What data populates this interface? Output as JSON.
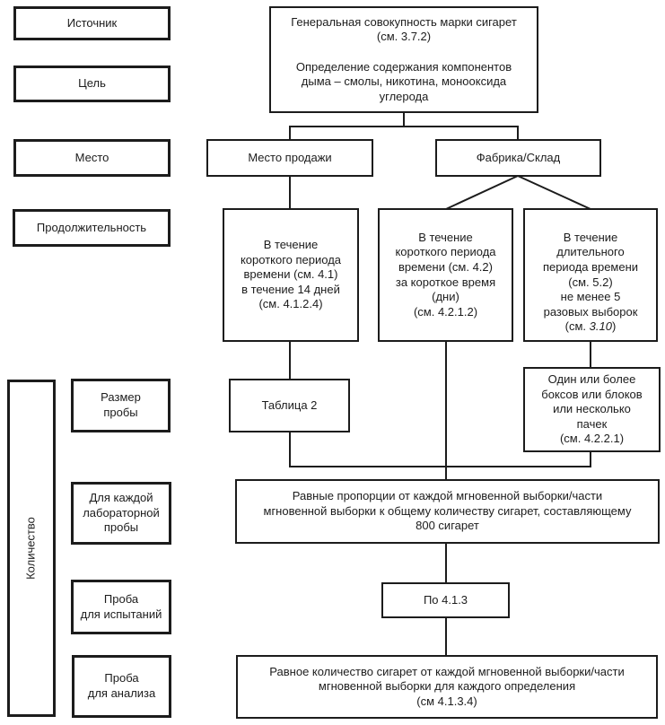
{
  "page": {
    "background": "#ffffff",
    "line_color": "#1c1c1c"
  },
  "left_column": {
    "source": "Источник",
    "goal": "Цель",
    "place": "Место",
    "duration": "Продолжительность",
    "quantity": "Количество",
    "sample_size": "Размер\nпробы",
    "lab_sample": "Для каждой\nлабораторной\nпробы",
    "test_sample": "Проба\nдля испытаний",
    "analysis_sample": "Проба\nдля анализа"
  },
  "flow": {
    "population": "Генеральная совокупность марки сигарет\n(см. 3.7.2)\n\nОпределение содержания компонентов\nдыма – смолы, никотина, монооксида\nуглерода",
    "sale_place": "Место продажи",
    "factory": "Фабрика/Склад",
    "duration_short_1": "В течение\nкороткого периода\nвремени (см. 4.1)\nв течение 14 дней\n(см. 4.1.2.4)",
    "duration_short_2": "В течение\nкороткого периода\nвремени (см. 4.2)\nза короткое время\n(дни)\n(см. 4.2.1.2)",
    "duration_long": {
      "text": "В течение\nдлительного\nпериода времени\n(см. 5.2)\nне менее 5\nразовых выборок\n",
      "ref_open": "(см. ",
      "ref_italic": "3.10",
      "ref_close": ")"
    },
    "table2": "Таблица 2",
    "boxes_blocks_packs": "Один или более\nбоксов или блоков\nили несколько\nпачек\n(см. 4.2.2.1)",
    "equal_proportions": "Равные пропорции от каждой мгновенной выборки/части\nмгновенной выборки к общему количеству сигарет, составляющему\n800 сигарет",
    "per_413": "По 4.1.3",
    "equal_quantity": "Равное количество сигарет от каждой мгновенной выборки/части\nмгновенной выборки для каждого определения\n(см 4.1.3.4)"
  }
}
